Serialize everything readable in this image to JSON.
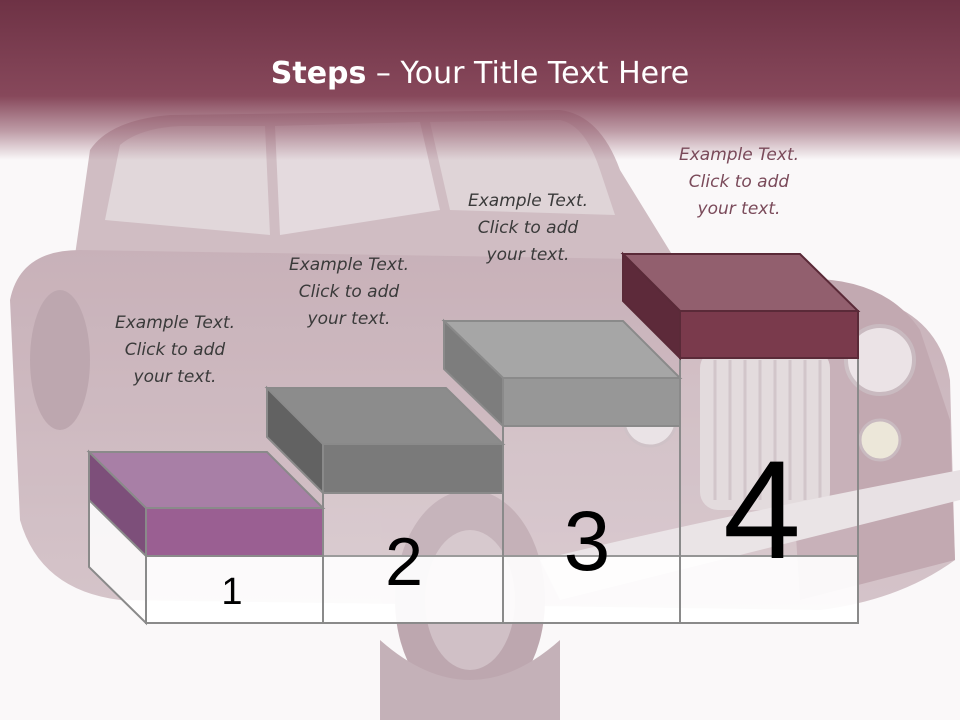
{
  "title": {
    "bold": "Steps",
    "rest": " – Your Title Text Here"
  },
  "steps": [
    {
      "number": "1",
      "text": "Example Text.\nClick  to add\nyour text.",
      "color": "#9a5f92"
    },
    {
      "number": "2",
      "text": "Example Text.\nClick  to add\nyour text.",
      "color": "#7e7e7e"
    },
    {
      "number": "3",
      "text": "Example Text.\nClick  to add\nyour text.",
      "color": "#9a9a9a"
    },
    {
      "number": "4",
      "text": "Example Text.\nClick  to add\nyour text.",
      "color": "#7a3a4c"
    }
  ],
  "colors": {
    "header": "#7a3b4f",
    "accent": "#7a3a4c"
  }
}
